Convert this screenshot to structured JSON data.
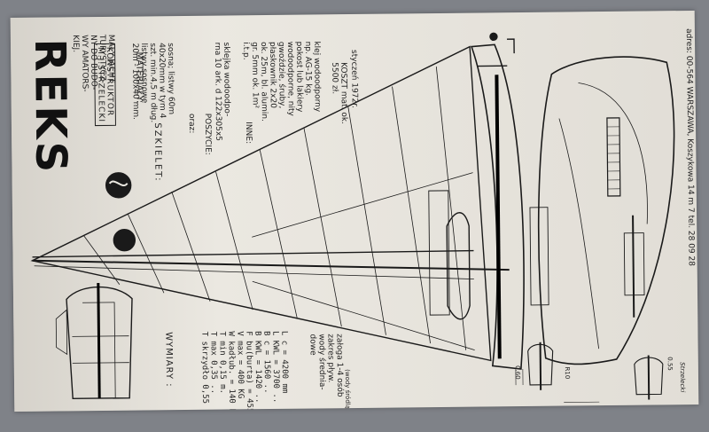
{
  "poster": {
    "title": "REKS",
    "subtitle_lines": [
      "MAŁY JACHT",
      "TURYSTYCZ-",
      "NY DO BUDO-",
      "WY AMATORS-",
      "KIEJ."
    ],
    "designer_lines": [
      "KONSTRUKTOR",
      "M.J.STRZELECKI"
    ]
  },
  "materials": {
    "heading": "MATERIAŁY:",
    "skeleton_label": "SZKIELET:",
    "skeleton_lines": [
      "sosna; listwy 60m",
      "40x20mm w tym 4",
      "szt. min.4,5 m dług.",
      "listwy sosnowe",
      "20m - 100x40 mm."
    ],
    "oraz_label": "oraz:",
    "plating_label": "POSZYCIE:",
    "plating_lines": [
      "sklejka wodoodpo-",
      "rna 10 ark. d 122x305x5"
    ],
    "other_label": "INNE:",
    "other_lines": [
      "klej wodoodporny",
      "np. AG-15 kg.",
      "pokost lub lakiery",
      "wodoodporne, nity",
      "gwoździe, śruby,",
      "płaskownik 2x20",
      "ok. 25m, bl. alumin.",
      "gr. 5mm ok. 1m²",
      "i.t.p."
    ],
    "cost_lines": [
      "KOSZT mat. ok.",
      "5500 zł."
    ],
    "date": "styczeń 1972r."
  },
  "address": "adres: 00-564 WARSZAWA, Koszykowa 14 m 7 tel. 28 09 28",
  "dimensions": {
    "heading": "WYMIARY :",
    "rows": [
      {
        "label": "L c",
        "value": "= 4200 mm"
      },
      {
        "label": "L KWL",
        "value": "= 3700 .."
      },
      {
        "label": "B c",
        "value": "= 1560 .."
      },
      {
        "label": "B KWL",
        "value": "= 1420 .."
      },
      {
        "label": "F bu(burta)",
        "value": "= 455 .."
      },
      {
        "label": "V max",
        "value": "= 400 KG"
      },
      {
        "label": "W kadłub.",
        "value": "= 140 kg."
      },
      {
        "label": "T min",
        "value": "0,15 m."
      },
      {
        "label": "T max",
        "value": "0,35 .."
      },
      {
        "label": "T skrzydło",
        "value": "0,55 .."
      }
    ],
    "crew_lines": [
      "załoga 1-4 osób",
      "zakres pływ.",
      "wody średnia-",
      "dowe"
    ],
    "crew_note": "(wody śródlądowe)"
  },
  "plan_marks": [
    "0.60",
    "R10",
    "0.55"
  ],
  "signature": "Strzelecki"
}
